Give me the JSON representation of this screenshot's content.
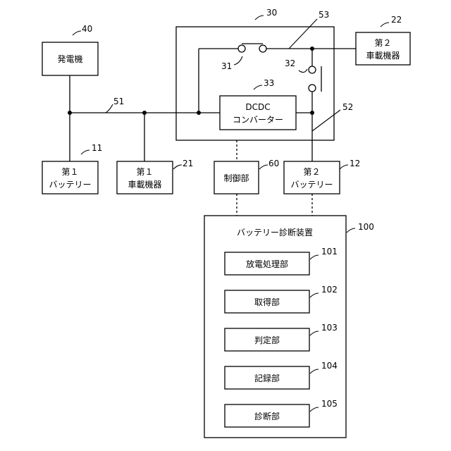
{
  "nodes": {
    "generator": {
      "label": [
        "発電機"
      ],
      "ref": "40"
    },
    "battery1": {
      "label": [
        "第１",
        "バッテリー"
      ],
      "ref": "11"
    },
    "device1": {
      "label": [
        "第１",
        "車載機器"
      ],
      "ref": "21"
    },
    "controller": {
      "label": [
        "制御部"
      ],
      "ref": "60"
    },
    "battery2": {
      "label": [
        "第２",
        "バッテリー"
      ],
      "ref": "12"
    },
    "device2": {
      "label": [
        "第２",
        "車載機器"
      ],
      "ref": "22"
    },
    "converter": {
      "label": [
        "DCDC",
        "コンバーター"
      ],
      "ref": "33"
    },
    "unit30": {
      "ref": "30"
    },
    "diagnosis": {
      "title": "バッテリー診断装置",
      "ref": "100",
      "modules": [
        {
          "label": "放電処理部",
          "ref": "101"
        },
        {
          "label": "取得部",
          "ref": "102"
        },
        {
          "label": "判定部",
          "ref": "103"
        },
        {
          "label": "記録部",
          "ref": "104"
        },
        {
          "label": "診断部",
          "ref": "105"
        }
      ]
    }
  },
  "switches": {
    "switch31": {
      "ref": "31"
    },
    "switch32": {
      "ref": "32"
    }
  },
  "wires": {
    "line51": {
      "ref": "51"
    },
    "line52": {
      "ref": "52"
    },
    "line53": {
      "ref": "53"
    }
  }
}
